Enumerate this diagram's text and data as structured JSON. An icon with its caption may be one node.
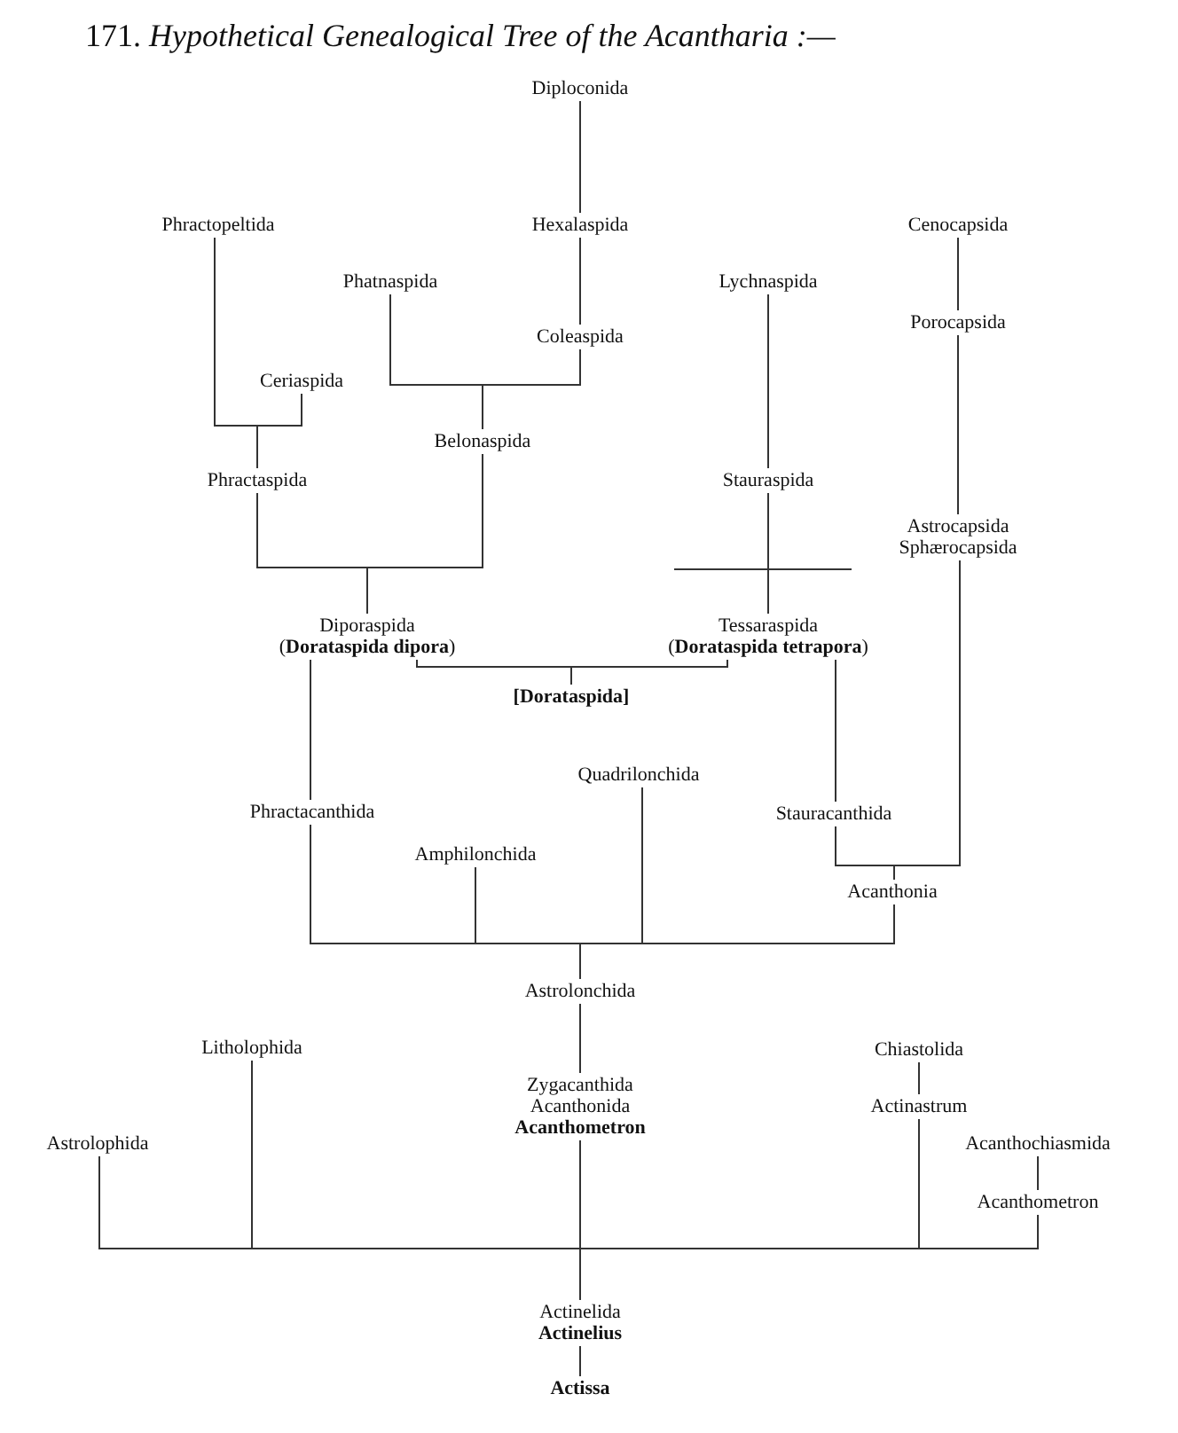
{
  "diagram": {
    "title": "171. *Hypothetical Genealogical Tree of the Acantharia :—*",
    "nodes": [
      {
        "text": [
          "Diploconida"
        ]
      },
      {
        "text": [
          "Phractopeltida"
        ]
      },
      {
        "text": [
          "Hexalaspida"
        ]
      },
      {
        "text": [
          "Cenocapsida"
        ]
      },
      {
        "text": [
          "Phatnaspida"
        ]
      },
      {
        "text": [
          "Lychnaspida"
        ]
      },
      {
        "text": [
          "Porocapsida"
        ]
      },
      {
        "text": [
          "Coleaspida"
        ]
      },
      {
        "text": [
          "Ceriaspida"
        ]
      },
      {
        "text": [
          "Belonaspida"
        ]
      },
      {
        "text": [
          "Phractaspida"
        ]
      },
      {
        "text": [
          "Stauraspida"
        ]
      },
      {
        "text": [
          "Astrocapsida",
          "Sphærocapsida"
        ]
      },
      {
        "text": [
          "Diporaspida",
          "(**Dorataspida dipora**)"
        ]
      },
      {
        "text": [
          "Tessaraspida",
          "(**Dorataspida tetrapora**)"
        ]
      },
      {
        "text": [
          "[Dorataspida]"
        ]
      },
      {
        "text": [
          "Quadrilonchida"
        ]
      },
      {
        "text": [
          "Phractacanthida"
        ]
      },
      {
        "text": [
          "Stauracanthida"
        ]
      },
      {
        "text": [
          "Amphilonchida"
        ]
      },
      {
        "text": [
          "Acanthonia"
        ]
      },
      {
        "text": [
          "Astrolonchida"
        ]
      },
      {
        "text": [
          "Litholophida"
        ]
      },
      {
        "text": [
          "Chiastolida"
        ]
      },
      {
        "text": [
          "Zygacanthida",
          "Acanthonida",
          "**Acanthometron**"
        ]
      },
      {
        "text": [
          "Actinastrum"
        ]
      },
      {
        "text": [
          "Astrolophida"
        ]
      },
      {
        "text": [
          "Acanthochiasmida"
        ]
      },
      {
        "text": [
          "Acanthometron"
        ]
      },
      {
        "text": [
          "Actinelida",
          "**Actinelius**"
        ]
      },
      {
        "text": [
          "Actissa"
        ]
      }
    ],
    "edges": [
      {
        "from": 0,
        "to": 2,
        "arrow": "none"
      },
      {
        "from": 2,
        "to": 7,
        "arrow": "none"
      },
      {
        "from": 7,
        "to": 9,
        "arrow": "none"
      },
      {
        "from": 4,
        "to": 9,
        "arrow": "none"
      },
      {
        "from": 1,
        "to": 10,
        "arrow": "none"
      },
      {
        "from": 8,
        "to": 10,
        "arrow": "none"
      },
      {
        "from": 10,
        "to": 13,
        "arrow": "none"
      },
      {
        "from": 9,
        "to": 13,
        "arrow": "none"
      },
      {
        "from": 5,
        "to": 11,
        "arrow": "none"
      },
      {
        "from": 11,
        "to": 14,
        "arrow": "none"
      },
      {
        "from": 3,
        "to": 6,
        "arrow": "none"
      },
      {
        "from": 6,
        "to": 12,
        "arrow": "none"
      },
      {
        "from": 13,
        "to": 15,
        "arrow": "none"
      },
      {
        "from": 14,
        "to": 15,
        "arrow": "none"
      },
      {
        "from": 13,
        "to": 17,
        "arrow": "none"
      },
      {
        "from": 14,
        "to": 18,
        "arrow": "none"
      },
      {
        "from": 18,
        "to": 20,
        "arrow": "none"
      },
      {
        "from": 12,
        "to": 20,
        "arrow": "none"
      },
      {
        "from": 17,
        "to": 21,
        "arrow": "none"
      },
      {
        "from": 19,
        "to": 21,
        "arrow": "none"
      },
      {
        "from": 16,
        "to": 21,
        "arrow": "none"
      },
      {
        "from": 20,
        "to": 21,
        "arrow": "none"
      },
      {
        "from": 21,
        "to": 24,
        "arrow": "none"
      },
      {
        "from": 23,
        "to": 25,
        "arrow": "none"
      },
      {
        "from": 27,
        "to": 28,
        "arrow": "none"
      },
      {
        "from": 26,
        "to": 29,
        "arrow": "none"
      },
      {
        "from": 22,
        "to": 29,
        "arrow": "none"
      },
      {
        "from": 24,
        "to": 29,
        "arrow": "none"
      },
      {
        "from": 25,
        "to": 29,
        "arrow": "none"
      },
      {
        "from": 28,
        "to": 29,
        "arrow": "none"
      },
      {
        "from": 29,
        "to": 30,
        "arrow": "none"
      }
    ]
  }
}
